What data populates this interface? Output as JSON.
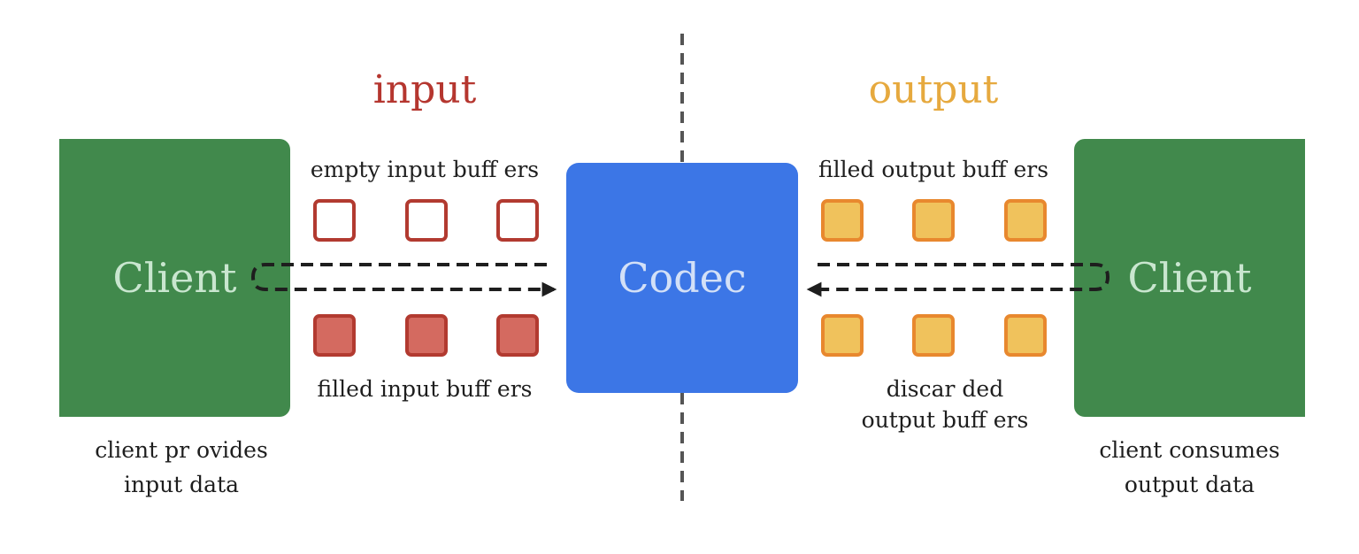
{
  "titles": {
    "input": "input",
    "output": "output"
  },
  "boxes": {
    "client_left": "Client",
    "codec": "Codec",
    "client_right": "Client"
  },
  "buffer_labels": {
    "empty_input": "empty input buff ers",
    "filled_input": "filled input buff ers",
    "filled_output": "filled output buff ers",
    "discarded_output_line1": "discar ded",
    "discarded_output_line2": "output buff ers"
  },
  "captions": {
    "client_provides_line1": "client pr ovides",
    "client_provides_line2": "input data",
    "client_consumes_line1": "client consumes",
    "client_consumes_line2": "output data"
  },
  "colors": {
    "input_title": "#b5362f",
    "output_title": "#e6a93e",
    "client": "#41894c",
    "codec": "#3c76e6",
    "input_buffer_border": "#b23a30",
    "input_buffer_filled": "#d46a60",
    "output_buffer_fill": "#f0c25c",
    "output_buffer_border": "#e8882e",
    "arrow": "#1e1e1e",
    "divider": "#555555"
  },
  "icons": {
    "flow_arrow": "dashed-loop-arrow-icon",
    "divider": "dashed-divider-line"
  }
}
